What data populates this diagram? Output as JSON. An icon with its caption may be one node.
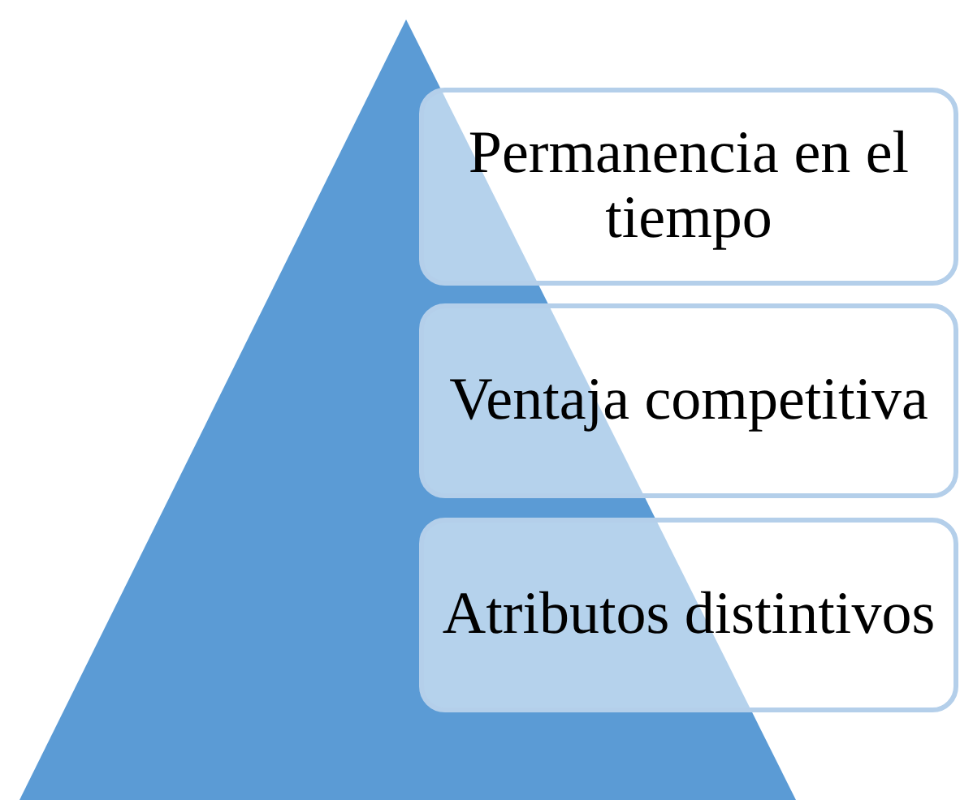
{
  "diagram": {
    "nodes": [
      {
        "text": [
          "Permanencia en el tiempo"
        ]
      },
      {
        "text": [
          "Ventaja competitiva"
        ]
      },
      {
        "text": [
          "Atributos distintivos"
        ]
      }
    ],
    "edges": []
  }
}
